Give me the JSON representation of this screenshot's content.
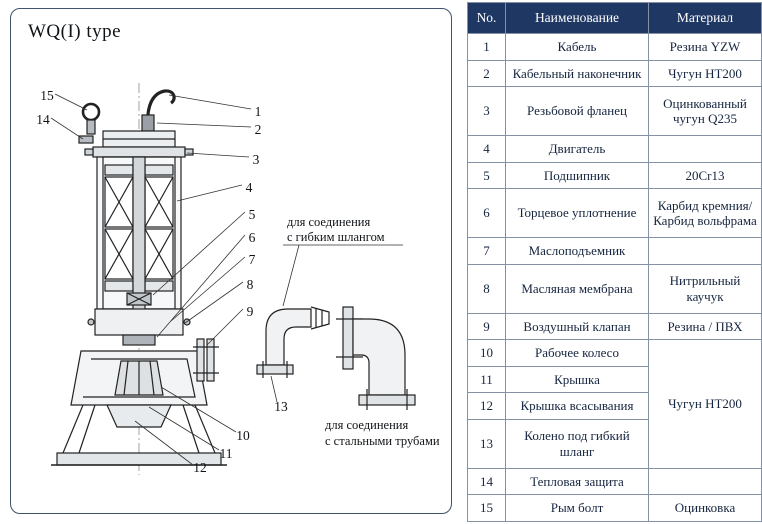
{
  "diagram": {
    "title": "WQ(I) type",
    "callouts": [
      "1",
      "2",
      "3",
      "4",
      "5",
      "6",
      "7",
      "8",
      "9",
      "10",
      "11",
      "12",
      "13",
      "14",
      "15"
    ],
    "notes": {
      "hose_line1": "для соединения",
      "hose_line2": "с гибким шлангом",
      "steel_line1": "для соединения",
      "steel_line2": "с стальными трубами"
    }
  },
  "table": {
    "headers": [
      "No.",
      "Наименование",
      "Материал"
    ],
    "rows": [
      {
        "no": "1",
        "name": "Кабель",
        "material": "Резина YZW"
      },
      {
        "no": "2",
        "name": "Кабельный наконечник",
        "material": "Чугун HT200"
      },
      {
        "no": "3",
        "name": "Резьбовой фланец",
        "material": "Оцинкованный чугун Q235"
      },
      {
        "no": "4",
        "name": "Двигатель",
        "material": ""
      },
      {
        "no": "5",
        "name": "Подшипник",
        "material": "20Cr13"
      },
      {
        "no": "6",
        "name": "Торцевое уплотнение",
        "material": "Карбид кремния/ Карбид вольфрама"
      },
      {
        "no": "7",
        "name": "Маслоподъемник",
        "material": ""
      },
      {
        "no": "8",
        "name": "Масляная мембрана",
        "material": "Нитрильный каучук"
      },
      {
        "no": "9",
        "name": "Воздушный клапан",
        "material": "Резина / ПВХ"
      },
      {
        "no": "10",
        "name": "Рабочее колесо",
        "material": "Чугун HT200"
      },
      {
        "no": "11",
        "name": "Крышка",
        "material": ""
      },
      {
        "no": "12",
        "name": "Крышка всасывания",
        "material": ""
      },
      {
        "no": "13",
        "name": "Колено под гибкий шланг",
        "material": ""
      },
      {
        "no": "14",
        "name": "Тепловая защита",
        "material": ""
      },
      {
        "no": "15",
        "name": "Рым болт",
        "material": "Оцинковка"
      }
    ]
  },
  "colors": {
    "header_bg": "#1e3763",
    "header_text": "#ffffff",
    "body_text": "#16253f",
    "grid_border": "#8592a6",
    "drawing_line": "#222222"
  }
}
